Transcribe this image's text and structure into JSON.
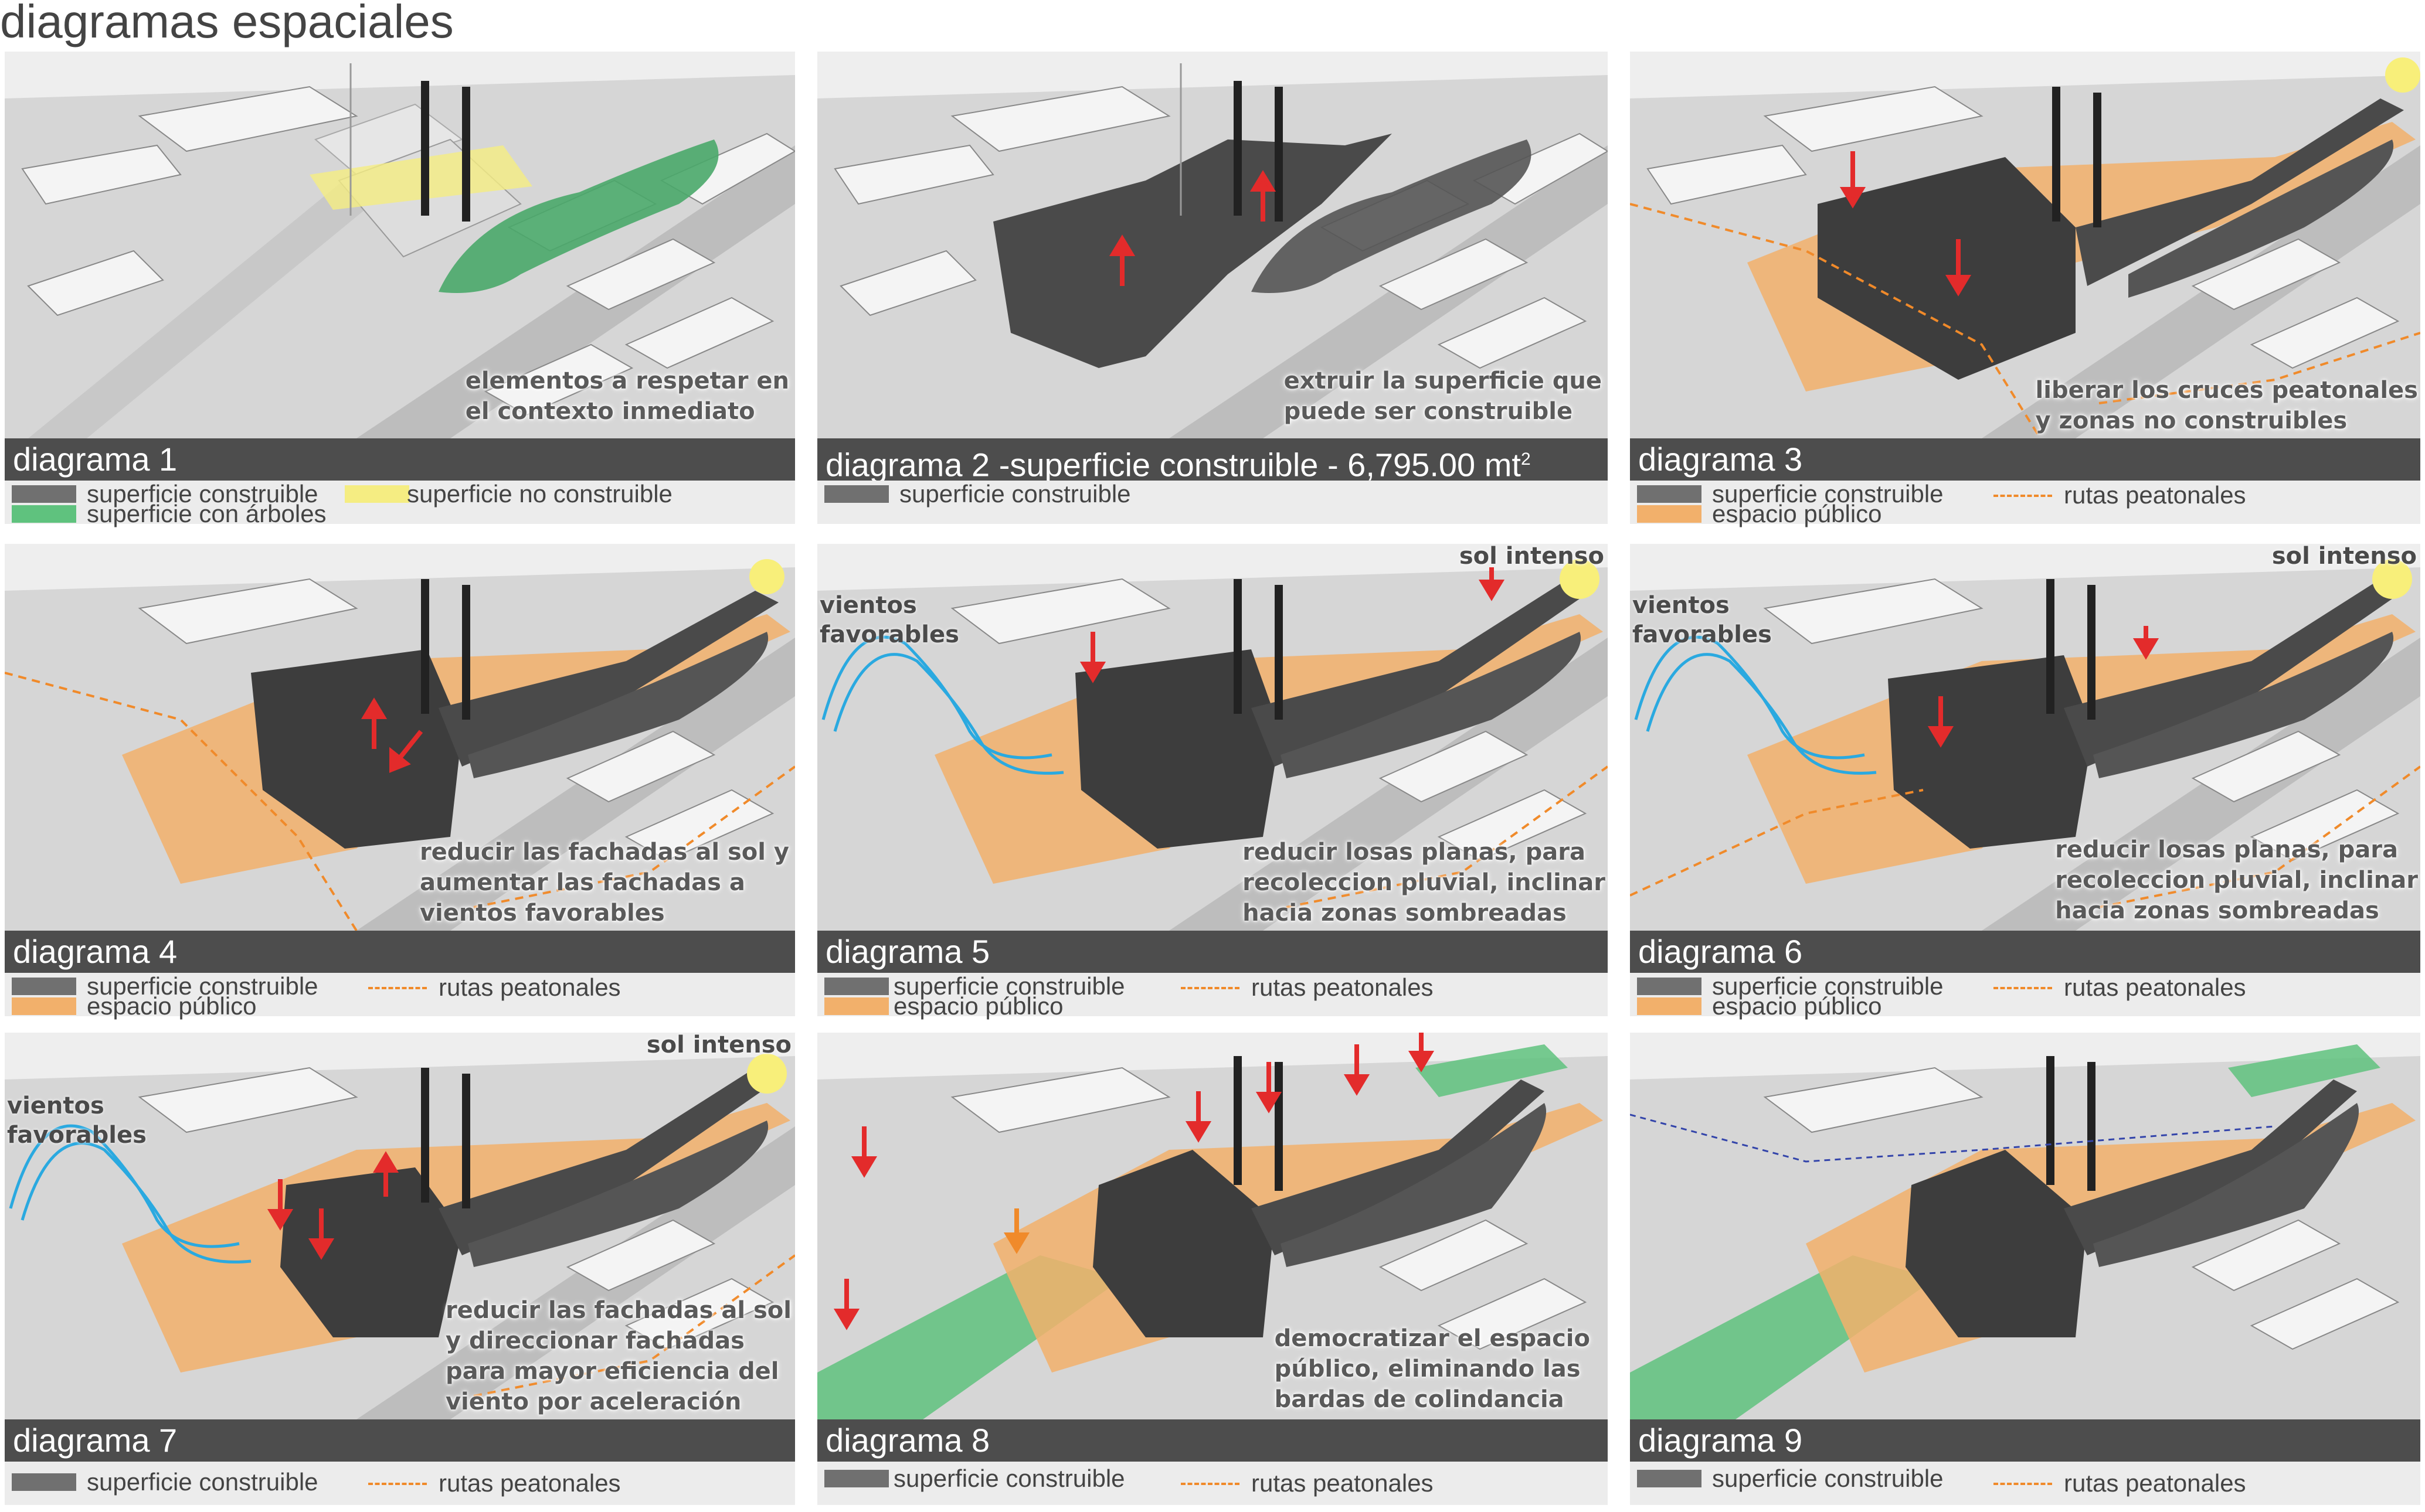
{
  "title": "diagramas espaciales",
  "colors": {
    "construible": "#595959",
    "no_construible": "#f5ed82",
    "arboles": "#5fc27e",
    "publico": "#f2b06b",
    "rutas": "#f08a2a",
    "viento": "#2aa9e0",
    "flecha": "#e32b2b",
    "sol": "#f8ef7a"
  },
  "panels": [
    {
      "id": "1",
      "label": "diagrama 1",
      "caption": [
        "elementos a respetar en",
        "el contexto inmediato"
      ],
      "legend": [
        {
          "swatch": "#707070",
          "text": "superficie construible"
        },
        {
          "swatch": "#f5ed82",
          "text": "superficie no construible"
        },
        {
          "swatch": "#5fc27e",
          "text": "superficie con árboles"
        }
      ]
    },
    {
      "id": "2",
      "label": "diagrama 2 -superficie construible - 6,795.00 mt",
      "label_sup": "2",
      "caption": [
        "extruir la superficie que",
        "puede ser construible"
      ],
      "legend": [
        {
          "swatch": "#707070",
          "text": "superficie construible"
        }
      ]
    },
    {
      "id": "3",
      "label": "diagrama 3",
      "caption": [
        "liberar los cruces peatonales",
        "y zonas no construibles"
      ],
      "legend": [
        {
          "swatch": "#707070",
          "text": "superficie construible"
        },
        {
          "swatch": "#f2b06b",
          "text": "espacio público"
        },
        {
          "swatch": "dash",
          "text": "rutas peatonales"
        }
      ]
    },
    {
      "id": "4",
      "label": "diagrama 4",
      "caption": [
        "reducir las fachadas al sol y",
        "aumentar las fachadas a",
        "vientos favorables"
      ],
      "legend": [
        {
          "swatch": "#707070",
          "text": "superficie construible"
        },
        {
          "swatch": "#f2b06b",
          "text": "espacio público"
        },
        {
          "swatch": "dash",
          "text": "rutas peatonales"
        }
      ]
    },
    {
      "id": "5",
      "label": "diagrama 5",
      "sun": "sol intenso",
      "wind": [
        "vientos",
        "favorables"
      ],
      "caption": [
        "reducir losas planas, para",
        "recoleccion pluvial, inclinar",
        "hacia zonas sombreadas"
      ],
      "legend": [
        {
          "swatch": "#707070",
          "text": "superficie construible"
        },
        {
          "swatch": "#f2b06b",
          "text": "espacio público"
        },
        {
          "swatch": "dash",
          "text": "rutas peatonales"
        }
      ]
    },
    {
      "id": "6",
      "label": "diagrama 6",
      "sun": "sol intenso",
      "wind": [
        "vientos",
        "favorables"
      ],
      "caption": [
        "reducir losas planas, para",
        "recoleccion pluvial, inclinar",
        "hacia zonas sombreadas"
      ],
      "legend": [
        {
          "swatch": "#707070",
          "text": "superficie construible"
        },
        {
          "swatch": "#f2b06b",
          "text": "espacio público"
        },
        {
          "swatch": "dash",
          "text": "rutas peatonales"
        }
      ]
    },
    {
      "id": "7",
      "label": "diagrama 7",
      "sun": "sol intenso",
      "wind": [
        "vientos",
        "favorables"
      ],
      "caption": [
        "reducir las fachadas al sol",
        "y direccionar fachadas",
        "para mayor eficiencia del",
        "viento por aceleración"
      ],
      "legend": [
        {
          "swatch": "#707070",
          "text": "superficie construible"
        },
        {
          "swatch": "dash",
          "text": "rutas peatonales"
        }
      ]
    },
    {
      "id": "8",
      "label": "diagrama 8",
      "caption": [
        "democratizar el espacio",
        "público, eliminando las",
        "bardas de colindancia"
      ],
      "legend": [
        {
          "swatch": "#707070",
          "text": "superficie construible"
        },
        {
          "swatch": "dash",
          "text": "rutas peatonales"
        }
      ]
    },
    {
      "id": "9",
      "label": "diagrama 9",
      "caption": [],
      "legend": [
        {
          "swatch": "#707070",
          "text": "superficie construible"
        },
        {
          "swatch": "dash",
          "text": "rutas peatonales"
        }
      ]
    }
  ]
}
